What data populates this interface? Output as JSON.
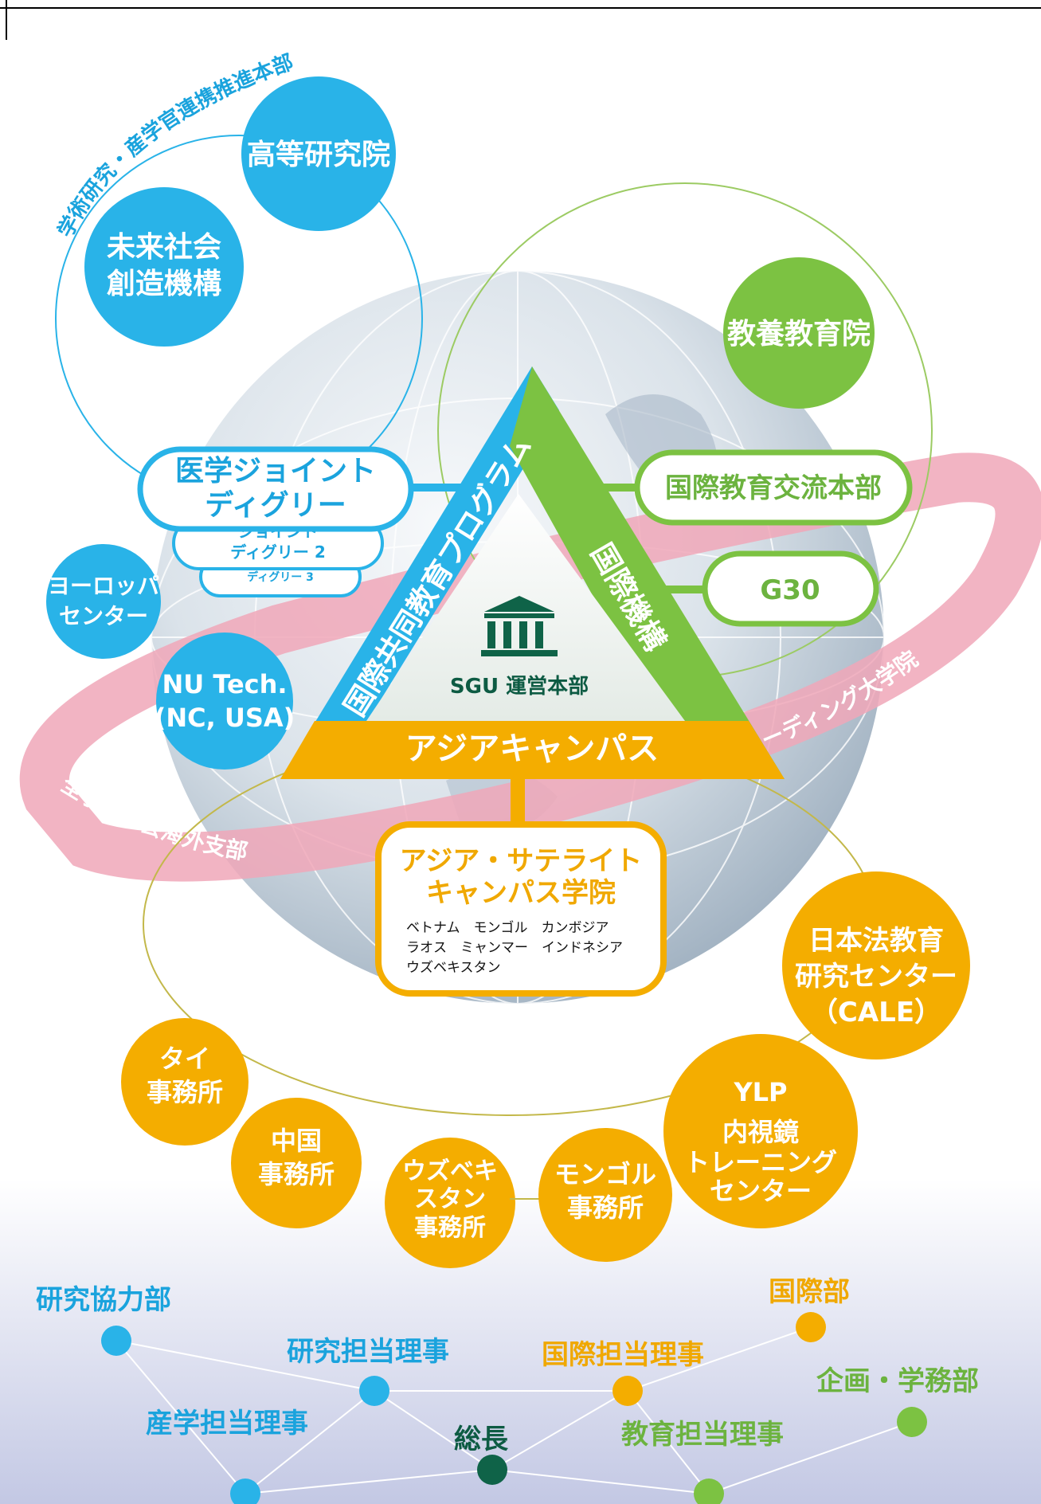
{
  "colors": {
    "blue": "#29b3e8",
    "green": "#7cc242",
    "orange": "#f4ad00",
    "pink": "#f0a7b8",
    "dark_green": "#0f6348",
    "globe": "#b9c6d3"
  },
  "top_group": {
    "arc_label": "学術研究・産学官連携推進本部",
    "advanced_research": "高等研究院",
    "future_society_line1": "未来社会",
    "future_society_line2": "創造機構",
    "europe_center_line1": "ヨーロッパ",
    "europe_center_line2": "センター",
    "nu_tech_line1": "NU Tech.",
    "nu_tech_line2": "(NC, USA)"
  },
  "joint_degree": {
    "line1": "医学ジョイント",
    "line2": "ディグリー",
    "stack2_line1": "ジョイント",
    "stack2_line2": "ディグリー 2",
    "stack3": "ディグリー 3"
  },
  "triangle": {
    "left_side": "国際共同教育プログラム",
    "right_side": "国際機構",
    "bottom_side": "アジアキャンパス",
    "center": "SGU 運営本部",
    "center_icon": "building-icon"
  },
  "green_group": {
    "liberal_arts": "教養教育院",
    "intl_education_exchange": "国際教育交流本部",
    "g30": "G30"
  },
  "ring": {
    "left_label": "全学同窓会海外支部",
    "right_label": "リーディング大学院"
  },
  "asia_satellite": {
    "title_line1": "アジア・サテライト",
    "title_line2": "キャンパス学院",
    "countries_line1": "ベトナム　モンゴル　カンボジア",
    "countries_line2": "ラオス　ミャンマー　インドネシア",
    "countries_line3": "ウズベキスタン"
  },
  "offices": {
    "cale_line1": "日本法教育",
    "cale_line2": "研究センター",
    "cale_line3": "（CALE）",
    "thai_line1": "タイ",
    "thai_line2": "事務所",
    "china_line1": "中国",
    "china_line2": "事務所",
    "uzbek_line1": "ウズベキ",
    "uzbek_line2": "スタン",
    "uzbek_line3": "事務所",
    "mongol_line1": "モンゴル",
    "mongol_line2": "事務所",
    "ylp_line1": "YLP",
    "ylp_line2": "内視鏡",
    "ylp_line3": "トレーニング",
    "ylp_line4": "センター"
  },
  "network": {
    "research_cooperation": "研究協力部",
    "research_director": "研究担当理事",
    "industry_director": "産学担当理事",
    "president": "総長",
    "intl_director": "国際担当理事",
    "intl_department": "国際部",
    "education_director": "教育担当理事",
    "planning_department": "企画・学務部"
  }
}
